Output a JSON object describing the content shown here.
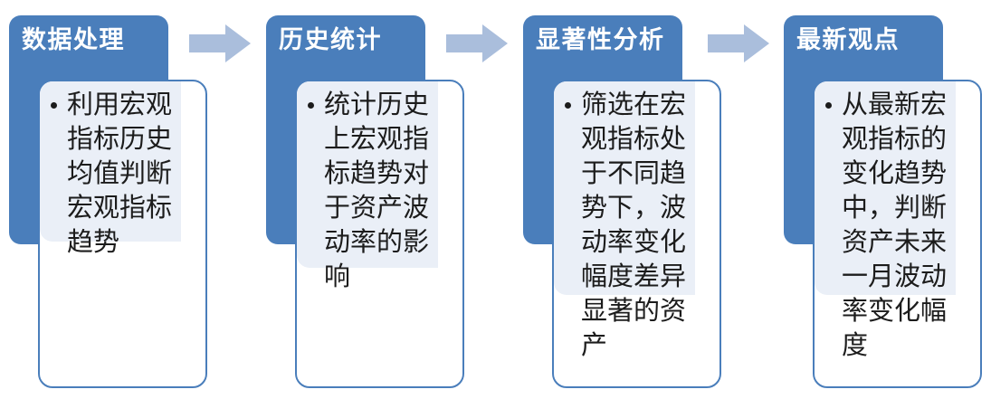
{
  "diagram": {
    "type": "process-flow",
    "orientation": "horizontal",
    "colors": {
      "header_blue": "#4a7ebb",
      "body_border_blue": "#4a7ebb",
      "text_highlight": "#eaeff7",
      "arrow_fill": "#aabedc",
      "title_text": "#ffffff",
      "body_text": "#1c1c1c",
      "background": "#ffffff"
    },
    "stages": [
      {
        "title": "数据处理",
        "bullets": [
          "利用宏观指标历史均值判断宏观指标趋势"
        ],
        "text_lines": [
          "利用宏观",
          "指标历史",
          "均值判断",
          "宏观指标",
          "趋势"
        ]
      },
      {
        "title": "历史统计",
        "bullets": [
          "统计历史上宏观指标趋势对于资产波动率的影响"
        ],
        "text_lines": [
          "统计历史",
          "上宏观指",
          "标趋势对",
          "于资产波",
          "动率的影",
          "响"
        ]
      },
      {
        "title": "显著性分析",
        "bullets": [
          "筛选在宏观指标处于不同趋势下，波动率变化幅度差异显著的资产"
        ],
        "text_lines": [
          "筛选在宏",
          "观指标处",
          "于不同趋",
          "势下，波",
          "动率变化",
          "幅度差异",
          "显著的资",
          "产"
        ]
      },
      {
        "title": "最新观点",
        "bullets": [
          "从最新宏观指标的变化趋势中，判断资产未来一月波动率变化幅度"
        ],
        "text_lines": [
          "从最新宏",
          "观指标的",
          "变化趋势",
          "中，判断",
          "资产未来",
          "一月波动",
          "率变化幅",
          "度"
        ]
      }
    ],
    "arrows": [
      {
        "name": "arrow-1",
        "from": "数据处理",
        "to": "历史统计"
      },
      {
        "name": "arrow-2",
        "from": "历史统计",
        "to": "显著性分析"
      },
      {
        "name": "arrow-3",
        "from": "显著性分析",
        "to": "最新观点"
      }
    ]
  }
}
